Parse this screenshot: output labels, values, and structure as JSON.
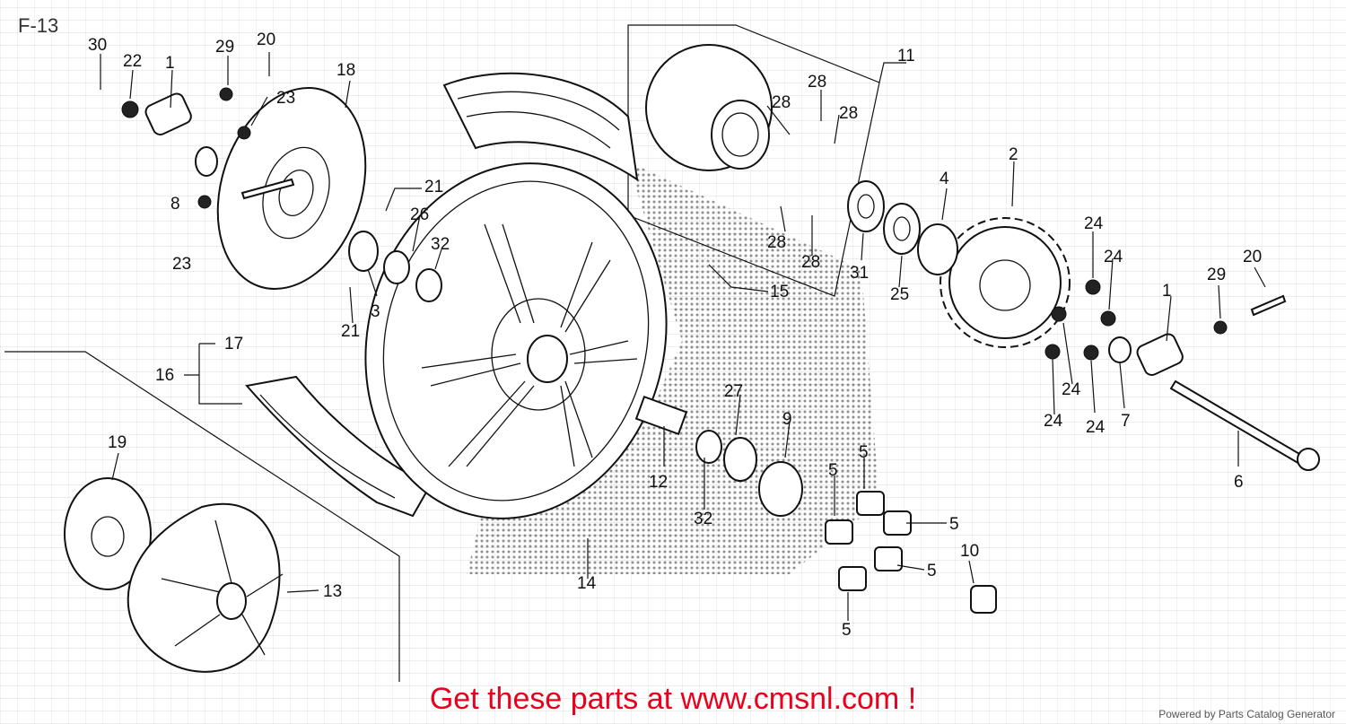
{
  "page_code": "F-13",
  "promo_text": "Get these parts at www.cmsnl.com !",
  "credit_text": "Powered by Parts Catalog Generator",
  "callouts": [
    "1",
    "2",
    "3",
    "4",
    "5",
    "6",
    "7",
    "8",
    "9",
    "10",
    "11",
    "12",
    "13",
    "14",
    "15",
    "16",
    "17",
    "18",
    "19",
    "20",
    "21",
    "22",
    "23",
    "24",
    "25",
    "26",
    "27",
    "28",
    "29",
    "30",
    "31",
    "32"
  ],
  "colors": {
    "promo": "#e8001c",
    "ink": "#111111"
  }
}
